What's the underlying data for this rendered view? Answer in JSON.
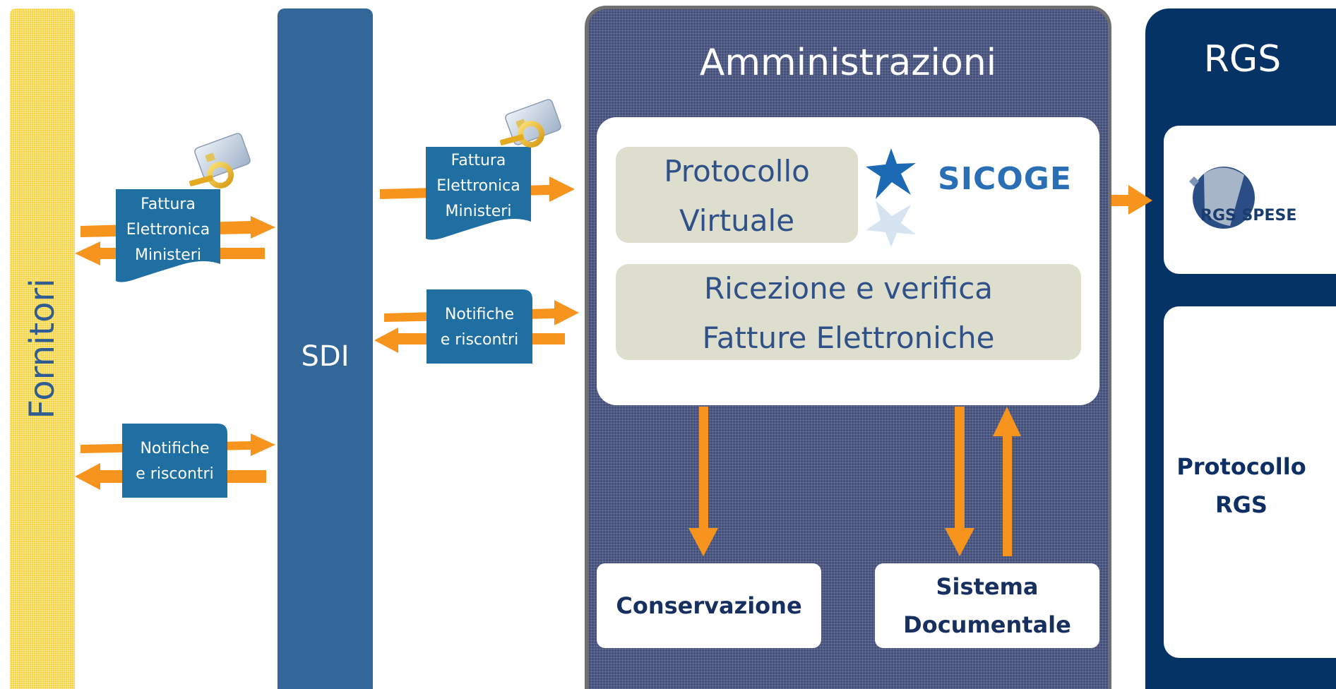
{
  "fornitori": {
    "label": "Fornitori"
  },
  "sdi": {
    "label": "SDI"
  },
  "amministrazioni": {
    "title": "Amministrazioni",
    "protocollo_virtuale": [
      "Protocollo",
      "Virtuale"
    ],
    "ricezione": [
      "Ricezione e verifica",
      "Fatture Elettroniche"
    ],
    "sicoge_logo": "SICOGE",
    "conservazione": "Conservazione",
    "sistema_documentale": [
      "Sistema",
      "Documentale"
    ]
  },
  "rgs": {
    "title": "RGS",
    "logo_text": "RGS SPESE",
    "protocollo": [
      "Protocollo",
      "RGS"
    ]
  },
  "documents": {
    "fattura_left": [
      "Fattura",
      "Elettronica",
      "Ministeri"
    ],
    "fattura_mid": [
      "Fattura",
      "Elettronica",
      "Ministeri"
    ],
    "notifiche_left": [
      "Notifiche",
      "e riscontri"
    ],
    "notifiche_mid": [
      "Notifiche",
      "e riscontri"
    ]
  },
  "colors": {
    "arrow": "#f7941d",
    "sdi": "#336699",
    "doc": "#1f6fa3",
    "rgs": "#063365",
    "fornitori": "#f7d33c"
  }
}
